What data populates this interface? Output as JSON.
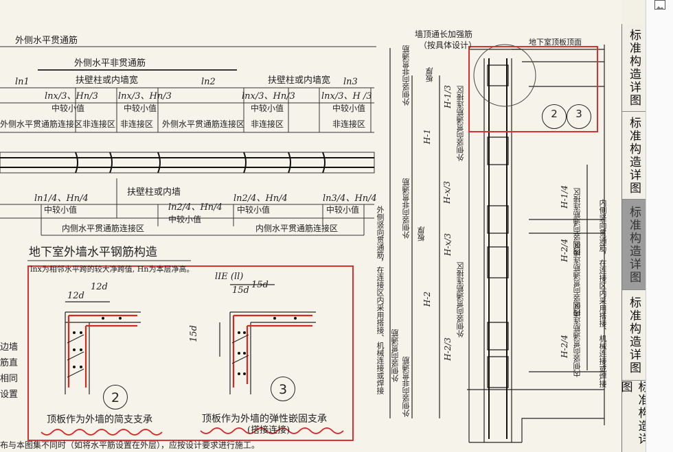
{
  "side_tabs": [
    {
      "label": "标准构造详图",
      "active": false
    },
    {
      "label": "标准构造详图",
      "active": false
    },
    {
      "label": "标准构造详图",
      "active": true
    },
    {
      "label": "标准构造详图",
      "active": false
    },
    {
      "label": "标准构造详图",
      "active": false
    }
  ],
  "corner_icon": "image-icon",
  "left": {
    "outer_through": "外侧水平贯通筋",
    "outer_non_through": "外侧水平非贯通筋",
    "pilaster_top1": "扶壁柱或内墙宽",
    "pilaster_top2": "扶壁柱或内墙宽",
    "ln1": "ln1",
    "ln2": "ln2",
    "ln3": "ln3",
    "top_len1": "lnx/3、Hn/3",
    "top_len2": "lnx/3、Hn/3",
    "top_len3": "lnx/3、Hn/3",
    "top_len4": "lnx/3、H /3",
    "smaller": "中较小值",
    "outer_splice_zone": "外侧水平贯通筋连接区",
    "outer_splice_zone_left": "外侧水平贯通筋连接区",
    "non_splice": "非连接区",
    "pilaster_mid": "扶壁柱或内墙",
    "bot_len1": "ln1/4、Hn/4",
    "bot_len2": "ln2/4、Hn/4",
    "bot_len3": "ln2/4、Hn/4",
    "bot_len4": "ln3/4、Hn/4",
    "inner_splice_zone": "内侧水平贯通筋连接区",
    "section_title": "地下室外墙水平钢筋构造",
    "note": "lnx为相邻水平跨的较大净跨值, Hn为本层净高。",
    "side_notes": [
      "边墙",
      "筋直",
      "相同",
      "设置"
    ],
    "dim_12d_a": "12d",
    "dim_12d_b": "12d",
    "dim_le": "lIE (ll)",
    "dim_15d_a": "15d",
    "dim_15d_b": "15d",
    "dim_15d_v": "15d",
    "detail2_no": "2",
    "detail3_no": "3",
    "caption2": "顶板作为外墙的简支支承",
    "caption3": "顶板作为外墙的弹性嵌固支承",
    "caption3_sub": "(搭接连接)",
    "footer": "布与本图集不同时（如将水平筋设置在外层），应按设计要求进行施工。"
  },
  "right": {
    "top_bar": "墙顶通长加强筋",
    "top_bar_sub": "（按具体设计）",
    "roof_label": "地下室顶板顶面",
    "callout2": "2",
    "callout3": "3",
    "outer_vert_non_through": "外侧竖向非贯通筋",
    "outer_vert_non_through2": "外侧竖向非贯通筋",
    "outer_vert_non_through3": "外侧竖向非贯通筋",
    "outer_vert_through": "外侧竖向贯通筋",
    "slab_thk": "板厚",
    "slab_thk2": "板厚",
    "h1_3": "H-1/3",
    "h1": "H-1",
    "hx3a": "H-x/3",
    "hx3b": "H-x/3",
    "h2": "H-2",
    "h2_3": "H-2/3",
    "h1_4": "H-1/4",
    "h2_4a": "H-2/4",
    "h2_4b": "H-2/4",
    "outer_splice_a": "外侧竖向贯通筋连接区",
    "outer_splice_b": "外侧竖向贯通筋连接区",
    "inner_splice_a": "内侧竖向通筋连接区",
    "inner_splice_b": "内侧竖向贯通筋连接区",
    "inner_splice_c": "内侧竖向贯通筋连接区",
    "splice_note": "外侧竖向贯通筋，在连接区内采用搭接、机械连接或焊接",
    "inner_note": "内侧竖向贯通筋，在连接区内采用搭接、机械连接或焊接"
  },
  "colors": {
    "highlight": "#e02020",
    "annotation": "#e02020",
    "rebar": "#d42a1e"
  }
}
